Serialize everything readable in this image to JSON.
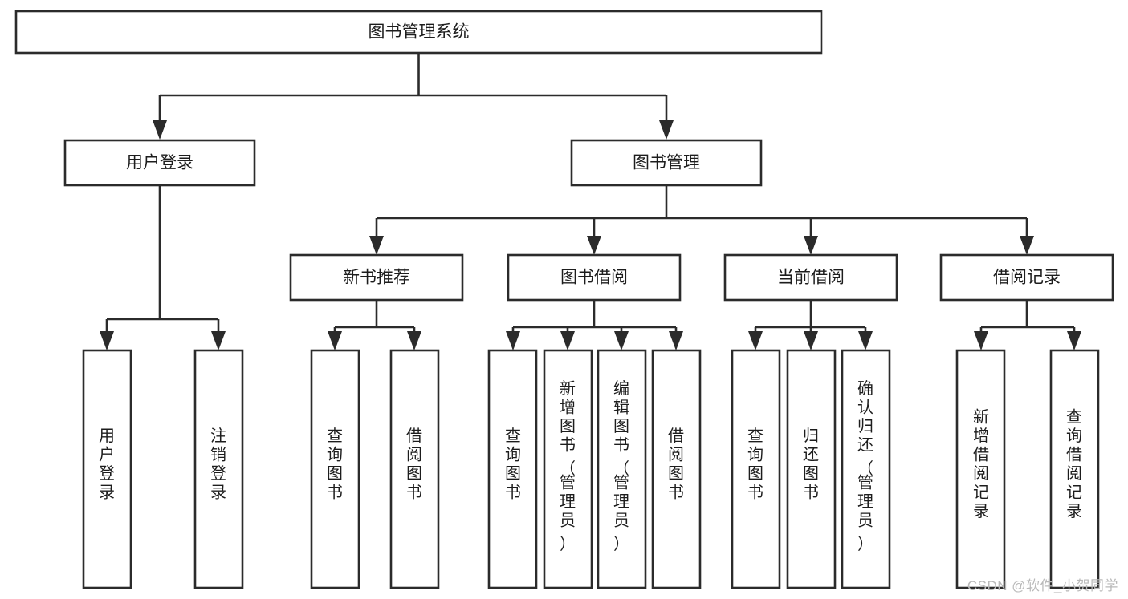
{
  "diagram": {
    "type": "tree-hierarchy-chart",
    "title": "图书管理系统",
    "orientation": "top-down",
    "colors": {
      "box_stroke": "#2b2b2b",
      "box_fill": "#ffffff",
      "connector": "#2b2b2b",
      "text": "#1d1d1d",
      "background": "#ffffff",
      "watermark": "#b9b9b9"
    },
    "root": {
      "id": "root",
      "label": "图书管理系统",
      "orientation": "horizontal"
    },
    "level2": [
      {
        "id": "user-login",
        "label": "用户登录",
        "orientation": "horizontal"
      },
      {
        "id": "book-manage",
        "label": "图书管理",
        "orientation": "horizontal"
      }
    ],
    "level3": [
      {
        "id": "new-book-recommend",
        "label": "新书推荐",
        "parent": "book-manage",
        "orientation": "horizontal"
      },
      {
        "id": "book-borrow",
        "label": "图书借阅",
        "parent": "book-manage",
        "orientation": "horizontal"
      },
      {
        "id": "current-borrow",
        "label": "当前借阅",
        "parent": "book-manage",
        "orientation": "horizontal"
      },
      {
        "id": "borrow-record",
        "label": "借阅记录",
        "parent": "book-manage",
        "orientation": "horizontal"
      }
    ],
    "leaves": [
      {
        "id": "leaf-user-login",
        "label": "用户登录",
        "parent": "user-login",
        "orientation": "vertical"
      },
      {
        "id": "leaf-user-logout",
        "label": "注销登录",
        "parent": "user-login",
        "orientation": "vertical"
      },
      {
        "id": "leaf-query-book-1",
        "label": "查询图书",
        "parent": "new-book-recommend",
        "orientation": "vertical"
      },
      {
        "id": "leaf-borrow-book-1",
        "label": "借阅图书",
        "parent": "new-book-recommend",
        "orientation": "vertical"
      },
      {
        "id": "leaf-query-book-2",
        "label": "查询图书",
        "parent": "book-borrow",
        "orientation": "vertical"
      },
      {
        "id": "leaf-add-book",
        "label": "新增图书（管理员）",
        "parent": "book-borrow",
        "orientation": "vertical"
      },
      {
        "id": "leaf-edit-book",
        "label": "编辑图书（管理员）",
        "parent": "book-borrow",
        "orientation": "vertical"
      },
      {
        "id": "leaf-borrow-book-2",
        "label": "借阅图书",
        "parent": "book-borrow",
        "orientation": "vertical"
      },
      {
        "id": "leaf-query-book-3",
        "label": "查询图书",
        "parent": "current-borrow",
        "orientation": "vertical"
      },
      {
        "id": "leaf-return-book",
        "label": "归还图书",
        "parent": "current-borrow",
        "orientation": "vertical"
      },
      {
        "id": "leaf-confirm-return",
        "label": "确认归还（管理员）",
        "parent": "current-borrow",
        "orientation": "vertical"
      },
      {
        "id": "leaf-add-record",
        "label": "新增借阅记录",
        "parent": "borrow-record",
        "orientation": "vertical"
      },
      {
        "id": "leaf-query-record",
        "label": "查询借阅记录",
        "parent": "borrow-record",
        "orientation": "vertical"
      }
    ]
  },
  "watermark": {
    "text": "CSDN @软件_小贺同学"
  }
}
